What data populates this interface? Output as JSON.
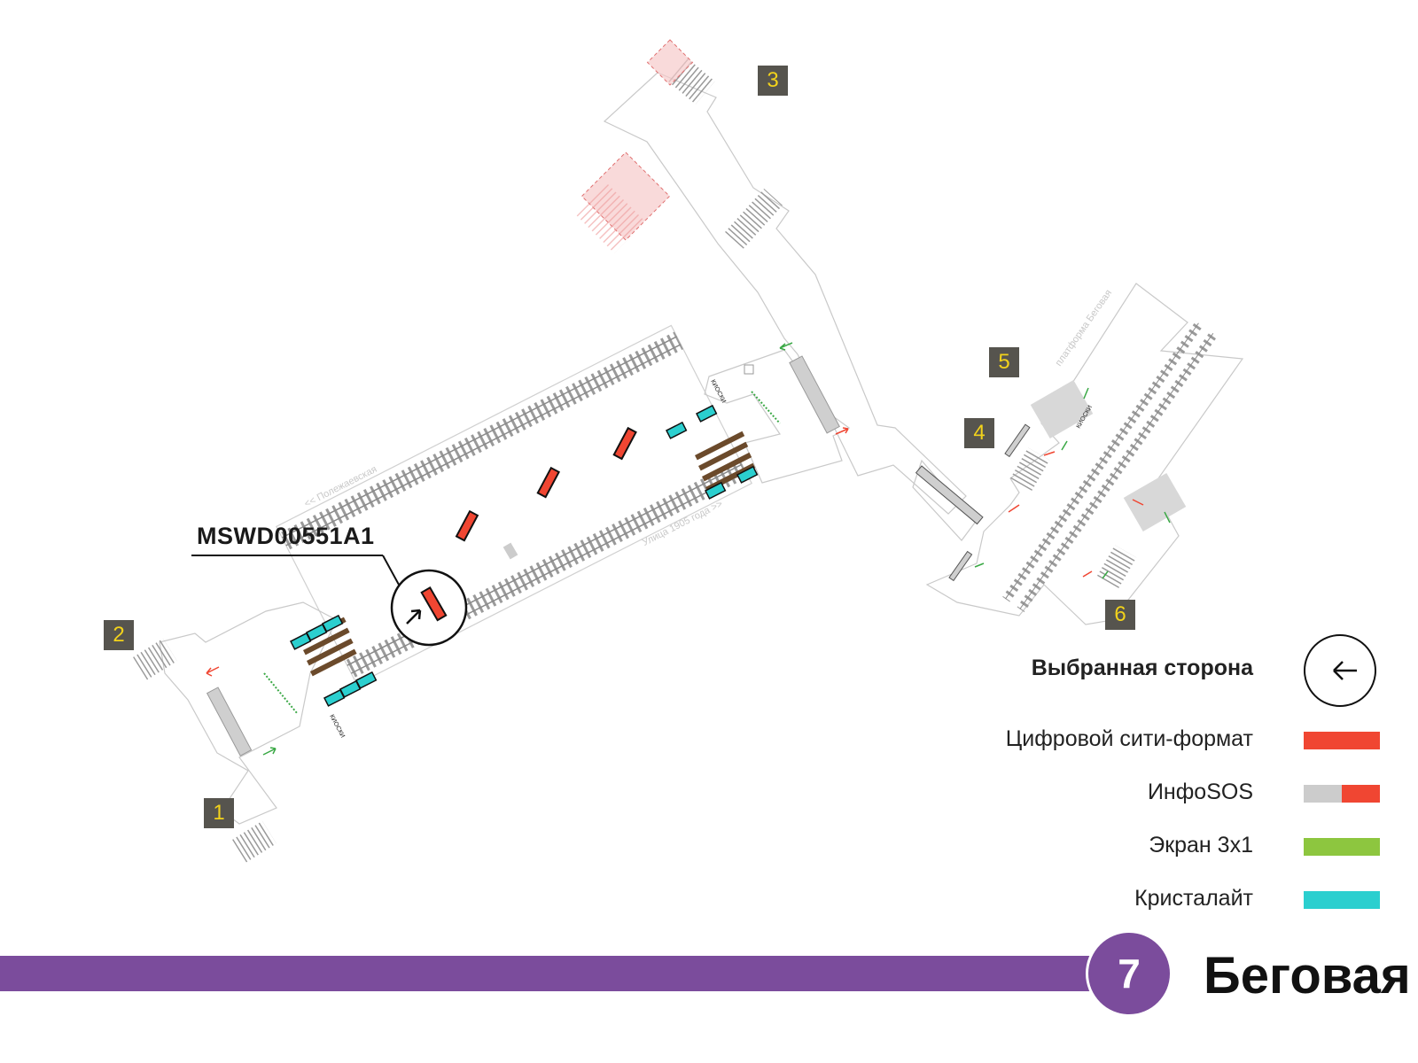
{
  "station": {
    "name": "Беговая",
    "line_number": "7",
    "line_color": "#7b4c9c"
  },
  "exits": [
    "1",
    "2",
    "3",
    "4",
    "5",
    "6"
  ],
  "selected_code": "MSWD00551A1",
  "map_texts": {
    "street_left": "<< Полежаевская",
    "street_right": "Улица 1905 года >>",
    "platform_label": "платформа Беговая",
    "kiosk": "КИОСКИ"
  },
  "legend": {
    "selected_side": "Выбранная сторона",
    "items": [
      {
        "label": "Цифровой сити-формат",
        "color": "#f04632"
      },
      {
        "label": "ИнфоSOS",
        "color_a": "#cccccc",
        "color_b": "#f04632"
      },
      {
        "label": "Экран 3х1",
        "color": "#8dc63f"
      },
      {
        "label": "Кристалайт",
        "color": "#2bcfcf"
      }
    ]
  },
  "colors": {
    "cyan": "#2bcfcf",
    "red": "#f04632",
    "green": "#3aa845",
    "brown": "#6b4a2b",
    "grey": "#cccccc"
  }
}
